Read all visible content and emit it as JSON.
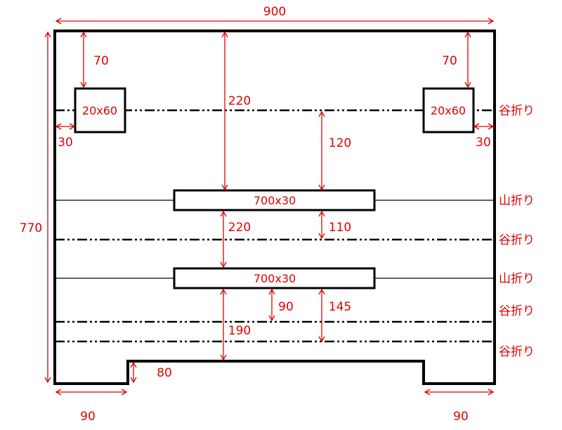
{
  "dimensions": {
    "overall_width": "900",
    "overall_height": "770",
    "top_left_gap": "70",
    "top_right_gap": "70",
    "left_margin": "30",
    "right_margin": "30",
    "to_upper_slot": "220",
    "fold_to_upper_slot": "120",
    "between_slots": "220",
    "upper_slot_to_fold": "110",
    "lower_slot_to_fold_a": "90",
    "lower_slot_to_fold_b": "145",
    "lower_slot_to_bottom": "190",
    "notch_height": "80",
    "left_foot_width": "90",
    "right_foot_width": "90"
  },
  "boxes": {
    "left_hole": "20x60",
    "right_hole": "20x60",
    "upper_slot": "700x30",
    "lower_slot": "700x30"
  },
  "fold_labels": {
    "valley_1": "谷折り",
    "mountain_1": "山折り",
    "valley_2": "谷折り",
    "mountain_2": "山折り",
    "valley_3": "谷折り",
    "valley_4": "谷折り"
  }
}
